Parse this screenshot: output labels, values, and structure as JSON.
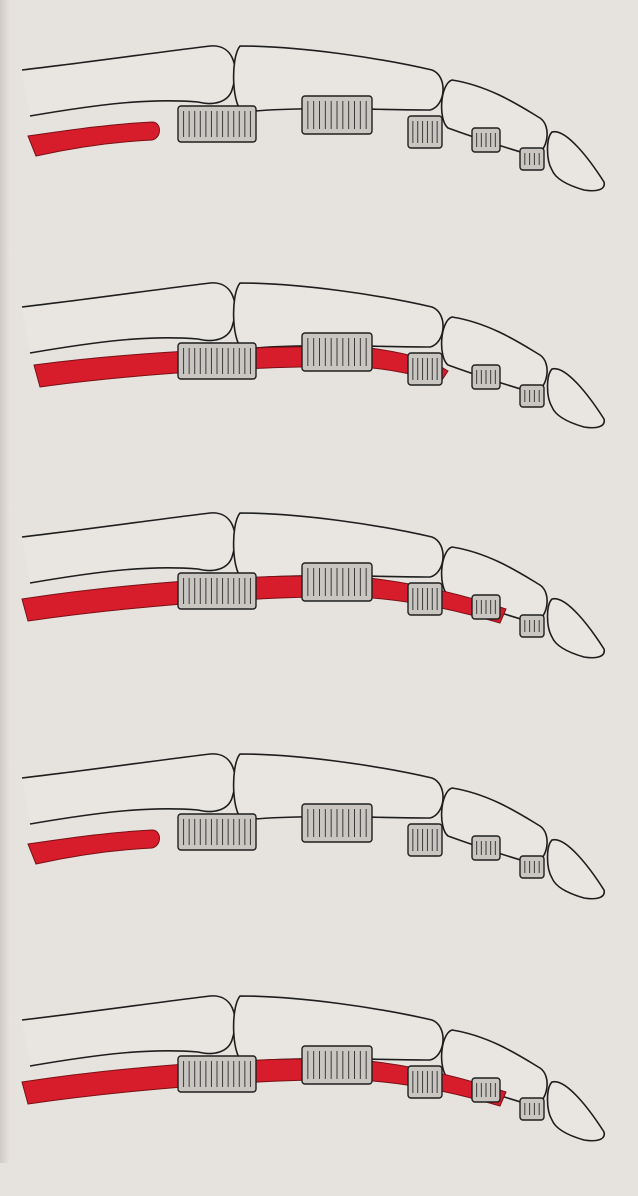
{
  "figure": {
    "background": "#e6e3df",
    "tendon_color": "#d71d2b",
    "bone_fill": "#e9e6e2",
    "line_color": "#1e1e1e",
    "pulley_fill": "#c9c6c2",
    "panels": [
      {
        "id": "panel-1",
        "tendon": "retracted"
      },
      {
        "id": "panel-2",
        "tendon": "to-middle-phalanx"
      },
      {
        "id": "panel-3",
        "tendon": "to-distal-phalanx"
      },
      {
        "id": "panel-4",
        "tendon": "retracted"
      },
      {
        "id": "panel-5",
        "tendon": "to-distal-phalanx"
      }
    ]
  }
}
